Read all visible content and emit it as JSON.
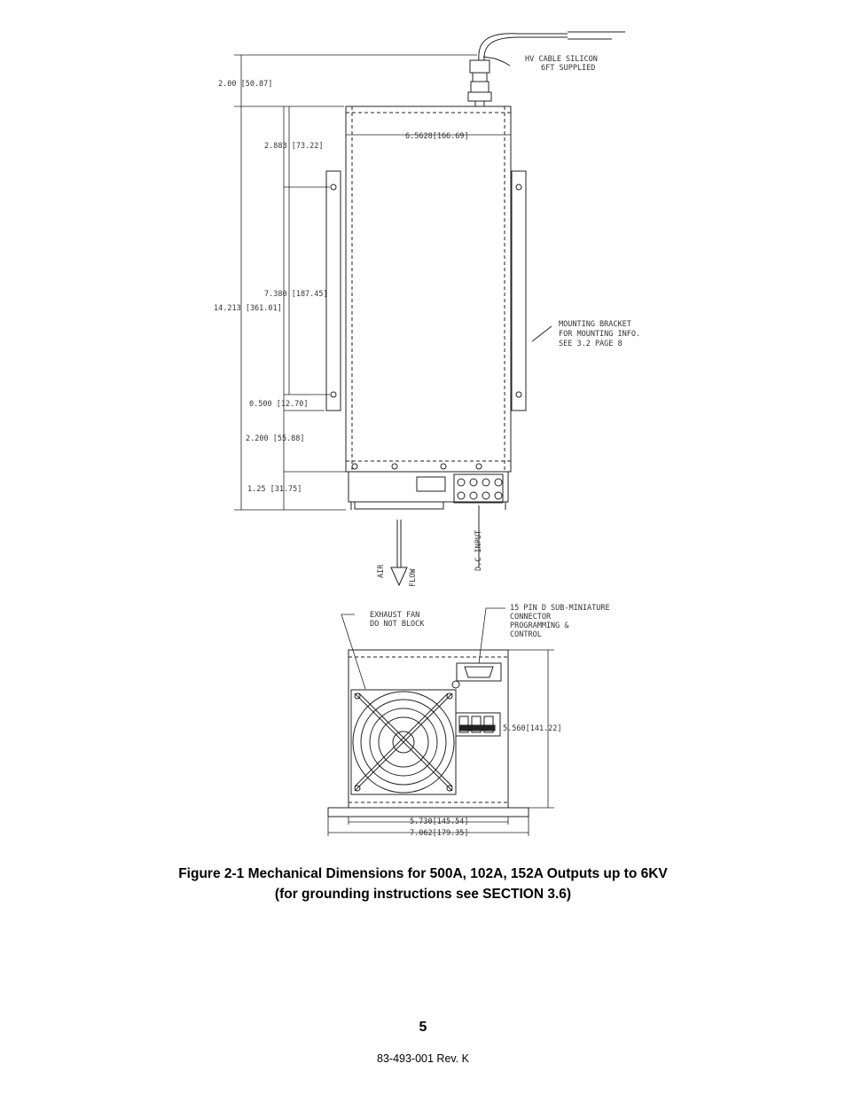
{
  "drawing": {
    "cable_label_1": "HV CABLE SILICON",
    "cable_label_2": "6FT SUPPLIED",
    "dim_top_offset": "2.00 [50.87]",
    "dim_width_top": "6.5628[166.69]",
    "dim_first_hole": "2.883 [73.22]",
    "dim_total_height": "14.213 [361.01]",
    "dim_hole_spacing": "7.380 [187.45]",
    "dim_hole_to_end": "0.500 [12.70]",
    "dim_lower_section": "2.200 [55.88]",
    "dim_bottom": "1.25 [31.75]",
    "bracket_label_1": "MOUNTING BRACKET",
    "bracket_label_2": "FOR MOUNTING INFO.",
    "bracket_label_3": "SEE 3.2 PAGE 8",
    "dc_input_label": "D.C INPUT",
    "air_label": "AIR",
    "flow_label": "FLOW",
    "fan_label_1": "EXHAUST FAN",
    "fan_label_2": "DO NOT BLOCK",
    "connector_label_1": "15 PIN D SUB-MINIATURE",
    "connector_label_2": "CONNECTOR",
    "connector_label_3": "PROGRAMMING &",
    "connector_label_4": "CONTROL",
    "dim_end_height": "5.560[141.22]",
    "dim_end_width": "5.730[145.54]",
    "dim_end_bracket_width": "7.062[179.35]"
  },
  "caption": {
    "line1": "Figure 2-1 Mechanical Dimensions for 500A, 102A, 152A Outputs up to 6KV",
    "line2": "(for grounding instructions see SECTION 3.6)"
  },
  "footer": {
    "page_number": "5",
    "doc_revision": "83-493-001 Rev. K"
  }
}
